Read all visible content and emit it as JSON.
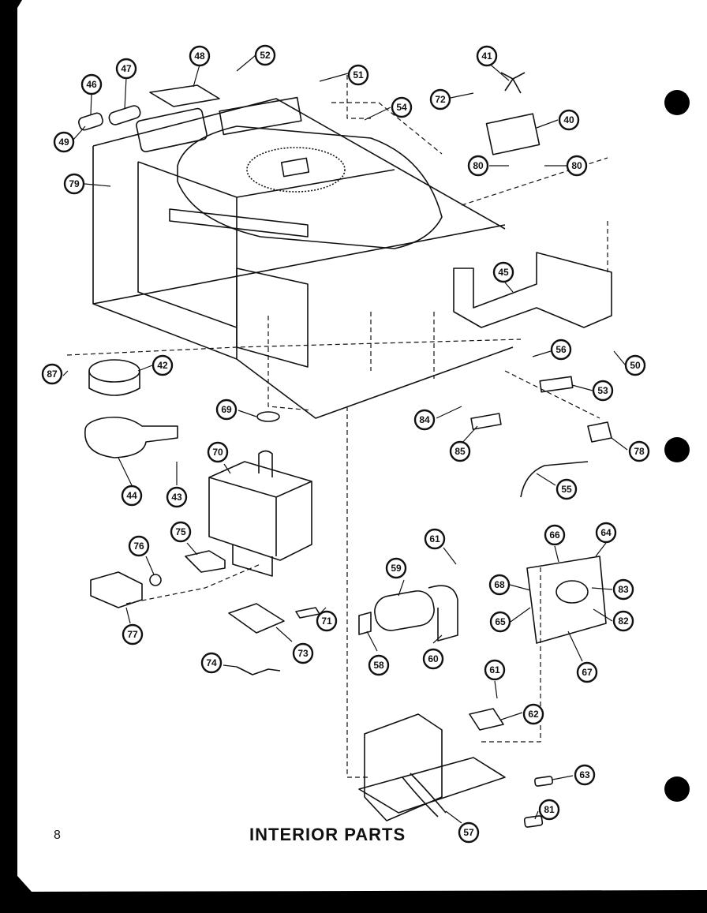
{
  "page": {
    "number": "8",
    "title": "INTERIOR PARTS"
  },
  "colors": {
    "paper": "#ffffff",
    "ink": "#111111",
    "border": "#000000"
  },
  "callouts": [
    {
      "id": "c41",
      "label": "41"
    },
    {
      "id": "c46",
      "label": "46"
    },
    {
      "id": "c47",
      "label": "47"
    },
    {
      "id": "c48",
      "label": "48"
    },
    {
      "id": "c52",
      "label": "52"
    },
    {
      "id": "c51",
      "label": "51"
    },
    {
      "id": "c54",
      "label": "54"
    },
    {
      "id": "c72",
      "label": "72"
    },
    {
      "id": "c40",
      "label": "40"
    },
    {
      "id": "c49",
      "label": "49"
    },
    {
      "id": "c80a",
      "label": "80"
    },
    {
      "id": "c80b",
      "label": "80"
    },
    {
      "id": "c79",
      "label": "79"
    },
    {
      "id": "c45",
      "label": "45"
    },
    {
      "id": "c56a",
      "label": "56"
    },
    {
      "id": "c50",
      "label": "50"
    },
    {
      "id": "c87",
      "label": "87"
    },
    {
      "id": "c42",
      "label": "42"
    },
    {
      "id": "c53",
      "label": "53"
    },
    {
      "id": "c69",
      "label": "69"
    },
    {
      "id": "c84",
      "label": "84"
    },
    {
      "id": "c85",
      "label": "85"
    },
    {
      "id": "c78",
      "label": "78"
    },
    {
      "id": "c44",
      "label": "44"
    },
    {
      "id": "c43",
      "label": "43"
    },
    {
      "id": "c70",
      "label": "70"
    },
    {
      "id": "c55",
      "label": "55"
    },
    {
      "id": "c76",
      "label": "76"
    },
    {
      "id": "c75",
      "label": "75"
    },
    {
      "id": "c61a",
      "label": "61"
    },
    {
      "id": "c66",
      "label": "66"
    },
    {
      "id": "c64",
      "label": "64"
    },
    {
      "id": "c59",
      "label": "59"
    },
    {
      "id": "c68",
      "label": "68"
    },
    {
      "id": "c83",
      "label": "83"
    },
    {
      "id": "c65",
      "label": "65"
    },
    {
      "id": "c82",
      "label": "82"
    },
    {
      "id": "c77",
      "label": "77"
    },
    {
      "id": "c71",
      "label": "71"
    },
    {
      "id": "c58",
      "label": "58"
    },
    {
      "id": "c60",
      "label": "60"
    },
    {
      "id": "c67",
      "label": "67"
    },
    {
      "id": "c73",
      "label": "73"
    },
    {
      "id": "c74",
      "label": "74"
    },
    {
      "id": "c61b",
      "label": "61"
    },
    {
      "id": "c62",
      "label": "62"
    },
    {
      "id": "c63",
      "label": "63"
    },
    {
      "id": "c81",
      "label": "81"
    },
    {
      "id": "c57",
      "label": "57"
    }
  ]
}
